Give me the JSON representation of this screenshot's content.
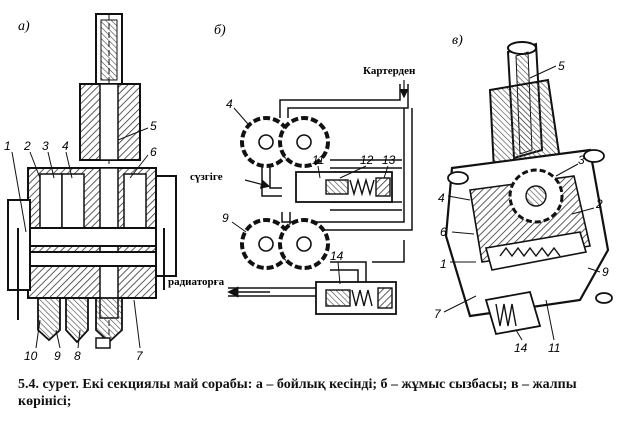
{
  "panels": {
    "a": {
      "letter": "a)",
      "callouts": [
        "1",
        "2",
        "3",
        "4",
        "5",
        "6",
        "7",
        "8",
        "9",
        "10"
      ]
    },
    "b": {
      "letter": "б)",
      "callouts": [
        "4",
        "11",
        "12",
        "13",
        "9",
        "14"
      ],
      "labels": {
        "from_crankcase": "Картерден",
        "to_filter": "сүзгіге",
        "to_radiator": "радиаторға"
      }
    },
    "c": {
      "letter": "в)",
      "callouts": [
        "5",
        "3",
        "2",
        "4",
        "6",
        "1",
        "9",
        "7",
        "14",
        "11"
      ]
    }
  },
  "caption": "5.4. сурет. Екі секциялы май сорабы: а – бойлық кесінді; б – жұмыс сызбасы; в – жалпы көрінісі;",
  "colors": {
    "ink": "#111111",
    "paper": "#ffffff",
    "hatch": "#444444"
  }
}
